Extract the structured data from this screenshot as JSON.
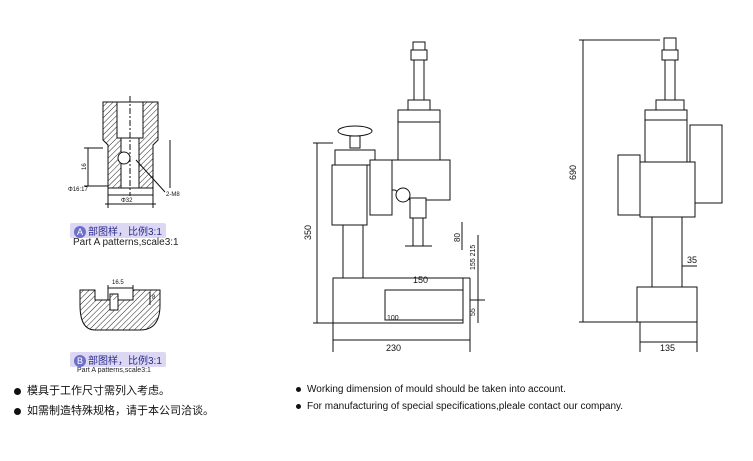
{
  "part_a": {
    "badge_letter": "A",
    "badge_text": "部图样，比例3:1",
    "caption": "Part A patterns,scale3:1",
    "dims": {
      "phi_left": "Φ16:17",
      "phi_bottom": "Φ32",
      "height": "16",
      "thread": "2-M8"
    }
  },
  "part_b": {
    "badge_letter": "B",
    "badge_text": "部图样，比例3:1",
    "caption": "Part A patterns,scale3:1",
    "dims": {
      "width": "16.5",
      "height": "8"
    }
  },
  "front_view": {
    "dims": {
      "d350": "350",
      "d80": "80",
      "d155_215": "155 215",
      "d150": "150",
      "d55": "55",
      "d100": "100",
      "d230": "230"
    }
  },
  "side_view": {
    "dims": {
      "d690": "690",
      "d35": "35",
      "d135": "135"
    }
  },
  "notes_cn": [
    "模具于工作尺寸需列入考虑。",
    "如需制造特殊规格，请于本公司洽谈。"
  ],
  "notes_en": [
    "Working dimension of mould should be taken into account.",
    "For manufacturing of special specifications,pleale contact our company."
  ]
}
